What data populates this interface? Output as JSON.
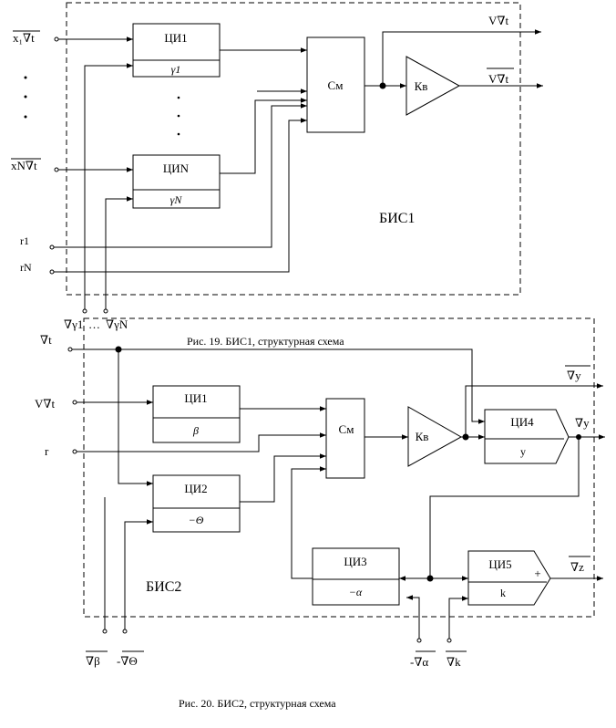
{
  "bis1": {
    "label": "БИС1",
    "ci1": {
      "title": "ЦИ1",
      "param": "γ1"
    },
    "ciN": {
      "title": "ЦИN",
      "param": "γN"
    },
    "sm": "См",
    "kv": "Кв",
    "inputs": {
      "x1": "x₁∇t",
      "xN": "xN∇t",
      "r1": "r1",
      "rN": "rN"
    },
    "outputs": {
      "out1": "V∇t",
      "out2": "V∇t"
    },
    "gamma_inputs": {
      "g1": "∇γ1",
      "ellipsis": "…",
      "gN": "∇γN"
    },
    "vdots": "·"
  },
  "bis2": {
    "label": "БИС2",
    "ci1": {
      "title": "ЦИ1",
      "param": "β"
    },
    "ci2": {
      "title": "ЦИ2",
      "param": "−Θ"
    },
    "ci3": {
      "title": "ЦИ3",
      "param": "−α"
    },
    "ci4": {
      "title": "ЦИ4",
      "param": "y"
    },
    "ci5": {
      "title": "ЦИ5",
      "param": "k",
      "sign": "+"
    },
    "sm": "См",
    "kv": "Кв",
    "inputs": {
      "dt": "∇t",
      "vdt": "V∇t",
      "r": "r"
    },
    "outputs": {
      "y_bar": "∇y",
      "y": "∇y",
      "z": "∇z"
    },
    "bottom_inputs": {
      "beta": "∇β",
      "theta": "-∇Θ",
      "alpha": "-∇α",
      "k": "∇k"
    }
  },
  "captions": {
    "fig19": "Рис. 19. БИС1, структурная схема",
    "fig20": "Рис. 20. БИС2, структурная схема"
  }
}
